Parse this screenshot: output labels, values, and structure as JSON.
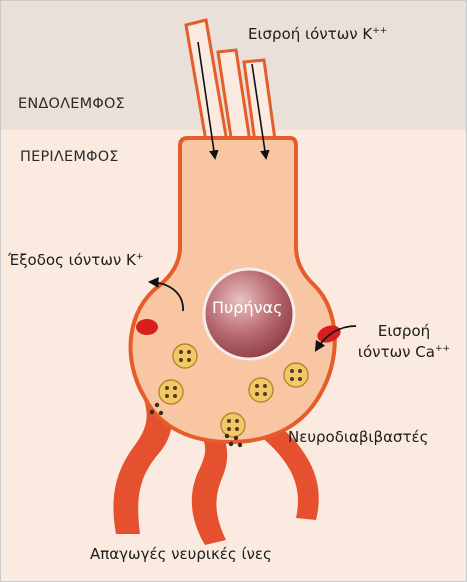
{
  "zones": {
    "endolymph": "ΕΝΔΟΛΕΜΦΟΣ",
    "perilymph": "ΠΕΡΙΛΕΜΦΟΣ"
  },
  "labels": {
    "k_influx": "Εισροή ιόντων Κ",
    "k_influx_sup": "++",
    "k_efflux": "Έξοδος ιόντων Κ",
    "k_efflux_sup": "+",
    "nucleus": "Πυρήνας",
    "ca_influx_line1": "Εισροή",
    "ca_influx_line2": "ιόντων Ca",
    "ca_influx_sup": "++",
    "neurotransmitters": "Νευροδιαβιβαστές",
    "afferent_fibers": "Απαγωγές νευρικές ίνες"
  },
  "colors": {
    "endolymph_bg": "#e9e1d9",
    "perilymph_bg": "#fbeae0",
    "cell_fill": "#f8c6a2",
    "cell_stroke": "#e45d2a",
    "nucleus": "#a54f56",
    "nerve_fiber": "#e5502f",
    "channel": "#d81e1e",
    "vesicle_fill": "#f1c969",
    "vesicle_dot": "#5a3a1a"
  }
}
